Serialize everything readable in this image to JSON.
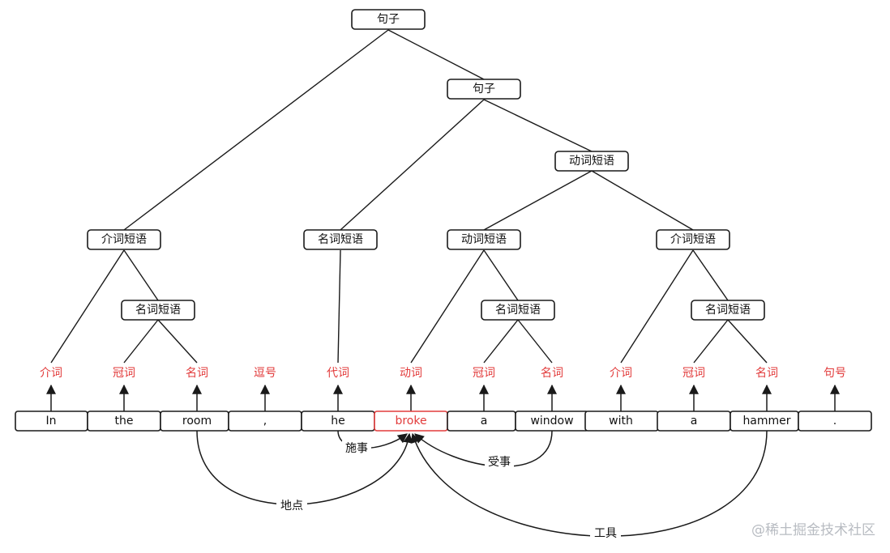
{
  "tree_nodes": [
    {
      "id": "s1",
      "label": "句子"
    },
    {
      "id": "s2",
      "label": "句子"
    },
    {
      "id": "vp1",
      "label": "动词短语"
    },
    {
      "id": "pp1",
      "label": "介词短语"
    },
    {
      "id": "np_he",
      "label": "名词短语"
    },
    {
      "id": "vp2",
      "label": "动词短语"
    },
    {
      "id": "pp2",
      "label": "介词短语"
    },
    {
      "id": "np1",
      "label": "名词短语"
    },
    {
      "id": "np2",
      "label": "名词短语"
    },
    {
      "id": "np3",
      "label": "名词短语"
    }
  ],
  "pos_tags": [
    "介词",
    "冠词",
    "名词",
    "逗号",
    "代词",
    "动词",
    "冠词",
    "名词",
    "介词",
    "冠词",
    "名词",
    "句号"
  ],
  "words": [
    "In",
    "the",
    "room",
    ",",
    "he",
    "broke",
    "a",
    "window",
    "with",
    "a",
    "hammer",
    "."
  ],
  "highlight_word_index": 5,
  "relations": [
    {
      "from": "he",
      "to": "broke",
      "label": "施事"
    },
    {
      "from": "window",
      "to": "broke",
      "label": "受事"
    },
    {
      "from": "room",
      "to": "broke",
      "label": "地点"
    },
    {
      "from": "hammer",
      "to": "broke",
      "label": "工具"
    }
  ],
  "watermark": "@稀土掘金技术社区"
}
